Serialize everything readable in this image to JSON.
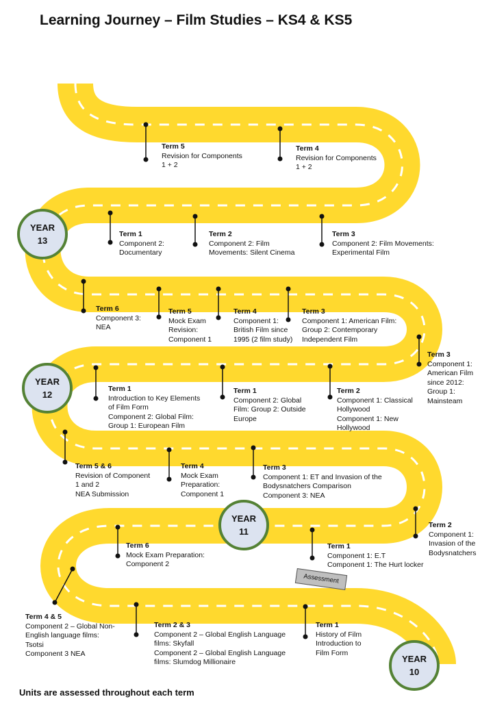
{
  "title": "Learning Journey – Film Studies – KS4 & KS5",
  "footer": "Units are assessed throughout each term",
  "assessment_sign": "Assessment",
  "colors": {
    "road": "#FFD92E",
    "road_dash": "#ffffff",
    "year_fill": "#DCE3F0",
    "year_border": "#548235"
  },
  "years": [
    {
      "l1": "YEAR",
      "l2": "13"
    },
    {
      "l1": "YEAR",
      "l2": "12"
    },
    {
      "l1": "YEAR",
      "l2": "11"
    },
    {
      "l1": "YEAR",
      "l2": "10"
    }
  ],
  "labels": [
    {
      "term": "Term 5",
      "lines": [
        "Revision for Components",
        "1 + 2"
      ]
    },
    {
      "term": "Term 4",
      "lines": [
        "Revision for Components",
        "1 + 2"
      ]
    },
    {
      "term": "Term 1",
      "lines": [
        "Component 2:",
        "Documentary"
      ]
    },
    {
      "term": "Term 2",
      "lines": [
        "Component 2: Film",
        "Movements: Silent Cinema"
      ]
    },
    {
      "term": "Term 3",
      "lines": [
        "Component 2: Film Movements:",
        "Experimental Film"
      ]
    },
    {
      "term": "Term 6",
      "lines": [
        "Component 3:",
        "NEA"
      ]
    },
    {
      "term": "Term 5",
      "lines": [
        "Mock Exam",
        "Revision:",
        "Component 1"
      ]
    },
    {
      "term": "Term 4",
      "lines": [
        "Component 1:",
        "British Film since",
        "1995 (2 film study)"
      ]
    },
    {
      "term": "Term 3",
      "lines": [
        "Component 1: American Film:",
        "Group 2: Contemporary",
        "Independent Film"
      ]
    },
    {
      "term": "Term 3",
      "lines": [
        "Component 1:",
        "American Film",
        "since 2012:",
        "Group 1:",
        "Mainsteam"
      ]
    },
    {
      "term": "Term 1",
      "lines": [
        "Introduction to Key Elements",
        "of Film Form",
        "Component 2: Global Film:",
        "Group 1: European Film"
      ]
    },
    {
      "term": "Term 1",
      "lines": [
        "Component 2: Global",
        "Film: Group 2: Outside",
        "Europe"
      ]
    },
    {
      "term": "Term 2",
      "lines": [
        "Component 1: Classical",
        "Hollywood",
        "Component 1: New",
        "Hollywood"
      ]
    },
    {
      "term": "Term 5 & 6",
      "lines": [
        "Revision of Component",
        "1 and 2",
        "NEA Submission"
      ]
    },
    {
      "term": "Term 4",
      "lines": [
        "Mock Exam",
        "Preparation:",
        "Component 1"
      ]
    },
    {
      "term": "Term 3",
      "lines": [
        "Component 1: ET and Invasion of the",
        "Bodysnatchers Comparison",
        "Component 3: NEA"
      ]
    },
    {
      "term": "Term 2",
      "lines": [
        "Component 1:",
        "Invasion of the",
        "Bodysnatchers"
      ]
    },
    {
      "term": "Term 6",
      "lines": [
        "Mock Exam Preparation:",
        "Component 2"
      ]
    },
    {
      "term": "Term 1",
      "lines": [
        "Component 1: E.T",
        "Component 1: The Hurt locker"
      ]
    },
    {
      "term": "Term 4 & 5",
      "lines": [
        "Component 2 – Global Non-",
        "English language films:",
        "Tsotsi",
        "Component 3 NEA"
      ]
    },
    {
      "term": "Term 2 & 3",
      "lines": [
        "Component 2 – Global English Language",
        "films: Skyfall",
        "Component 2 – Global English Language",
        "films: Slumdog Millionaire"
      ]
    },
    {
      "term": "Term 1",
      "lines": [
        "History of Film",
        "Introduction to",
        "Film Form"
      ]
    }
  ]
}
